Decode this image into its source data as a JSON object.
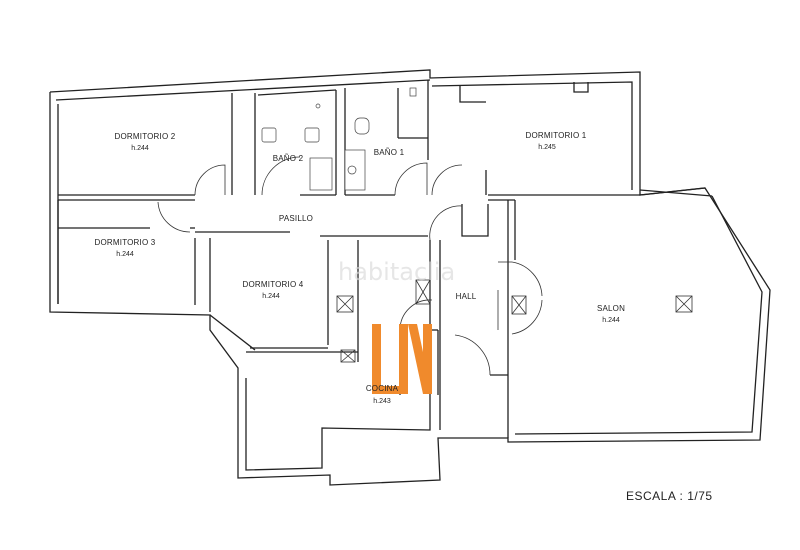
{
  "rooms": [
    {
      "id": "dormitorio-2",
      "label": "DORMITORIO 2",
      "height": "h.244"
    },
    {
      "id": "bano-2",
      "label": "BAÑO 2",
      "height": ""
    },
    {
      "id": "bano-1",
      "label": "BAÑO 1",
      "height": ""
    },
    {
      "id": "dormitorio-1",
      "label": "DORMITORIO 1",
      "height": "h.245"
    },
    {
      "id": "pasillo",
      "label": "PASILLO",
      "height": ""
    },
    {
      "id": "dormitorio-3",
      "label": "DORMITORIO 3",
      "height": "h.244"
    },
    {
      "id": "dormitorio-4",
      "label": "DORMITORIO 4",
      "height": "h.244"
    },
    {
      "id": "hall",
      "label": "HALL",
      "height": ""
    },
    {
      "id": "salon",
      "label": "SALON",
      "height": "h.244"
    },
    {
      "id": "cocina",
      "label": "COCINA",
      "height": "h.243"
    }
  ],
  "scale_label": "ESCALA : 1/75",
  "watermark": "habitaclia",
  "colors": {
    "wall": "#222222",
    "logo_orange": "#f08a2c",
    "background": "#ffffff"
  }
}
